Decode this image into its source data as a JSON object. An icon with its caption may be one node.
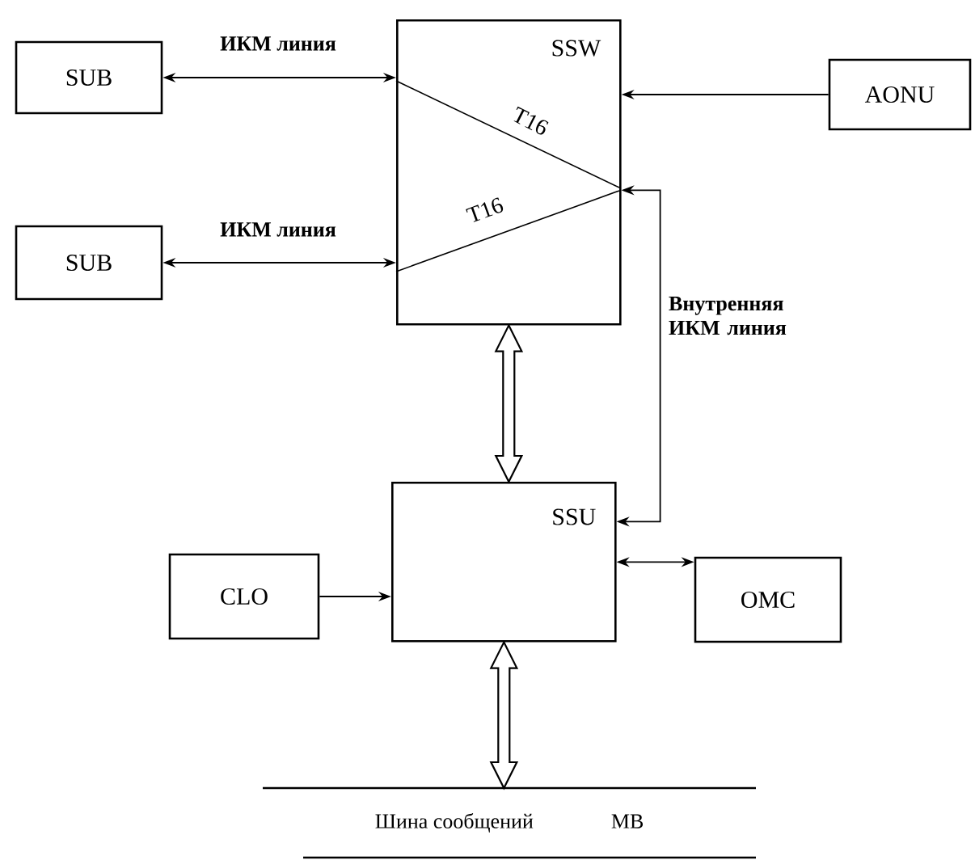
{
  "diagram": {
    "nodes": [
      {
        "text": [
          "SUB"
        ]
      },
      {
        "text": [
          "SUB"
        ]
      },
      {
        "text": [
          "SSW"
        ]
      },
      {
        "text": [
          "AONU"
        ]
      },
      {
        "text": [
          "SSU"
        ]
      },
      {
        "text": [
          "CLO"
        ]
      },
      {
        "text": [
          "OMC"
        ]
      },
      {
        "text": [
          "Шина сообщений",
          "MB"
        ]
      }
    ],
    "edges": [
      {
        "from": 0,
        "to": 2,
        "arrow": "both",
        "label": "ИКМ линия"
      },
      {
        "from": 1,
        "to": 2,
        "arrow": "both",
        "label": "ИКМ линия"
      },
      {
        "from": 3,
        "to": 2,
        "arrow": "to"
      },
      {
        "from": 4,
        "to": 2,
        "arrow": "both",
        "style": "thick"
      },
      {
        "from": 2,
        "to": 4,
        "arrow": "both",
        "label": "Внутренняя ИКМ линия"
      },
      {
        "from": 5,
        "to": 4,
        "arrow": "to"
      },
      {
        "from": 4,
        "to": 6,
        "arrow": "both"
      },
      {
        "from": 4,
        "to": 7,
        "arrow": "both",
        "style": "thick"
      }
    ],
    "labels": [
      "T16",
      "T16"
    ]
  }
}
